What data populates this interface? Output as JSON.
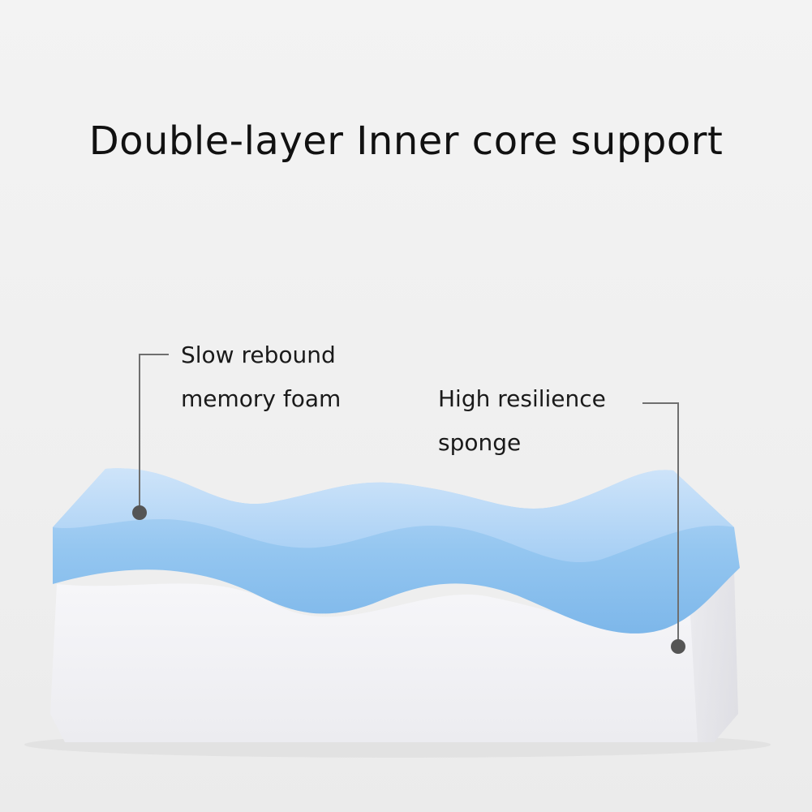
{
  "title": "Double-layer Inner core support",
  "callouts": {
    "top_layer": {
      "line1": "Slow rebound",
      "line2": "memory foam",
      "color": "#7fb9ec"
    },
    "bottom_layer": {
      "line1": "High resilience",
      "line2": "sponge",
      "color": "#f4f4f8"
    }
  },
  "colors": {
    "background": "#f1f1f1",
    "leader_line": "#6f6f6f",
    "marker_dot": "#555555"
  }
}
